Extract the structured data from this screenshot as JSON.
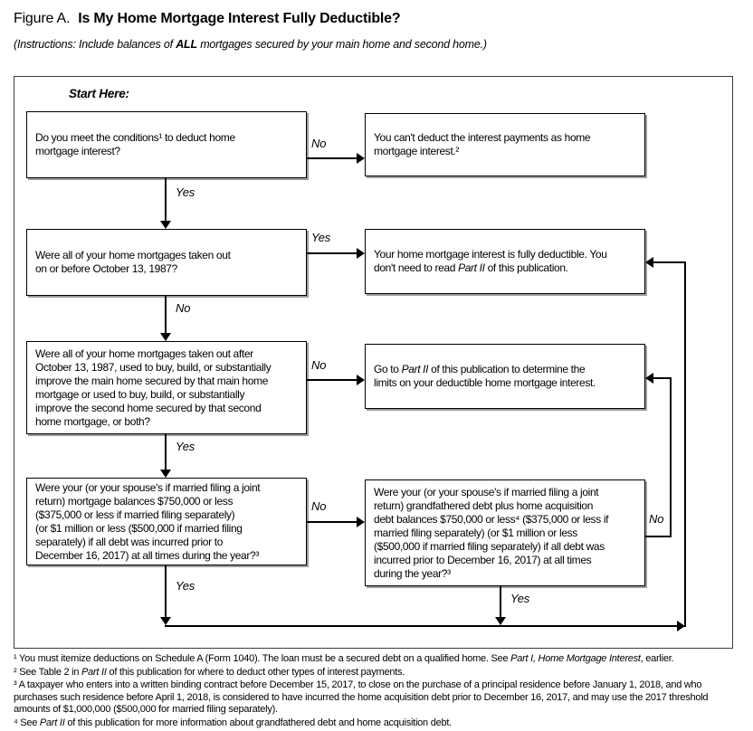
{
  "header": {
    "figure_label": "Figure A.",
    "title": "Is My Home Mortgage Interest Fully Deductible?",
    "instructions": [
      [
        {
          "t": "(Instructions: Include balances of ",
          "i": true
        },
        {
          "t": "ALL",
          "i": true,
          "b": true
        },
        {
          "t": " mortgages secured by your main home and second home.)",
          "i": true
        }
      ]
    ]
  },
  "flowchart": {
    "start_here": "Start Here:",
    "boxes": {
      "q1": {
        "text": [
          [
            {
              "t": "Do you meet the conditions¹ to deduct home"
            }
          ],
          [
            {
              "t": "mortgage interest?"
            }
          ]
        ]
      },
      "a1": {
        "text": [
          [
            {
              "t": "You can't deduct the interest payments as home"
            }
          ],
          [
            {
              "t": "mortgage interest.²"
            }
          ]
        ]
      },
      "q2": {
        "text": [
          [
            {
              "t": "Were all of your home mortgages taken out"
            }
          ],
          [
            {
              "t": "on or before October 13, 1987?"
            }
          ]
        ]
      },
      "a2": {
        "text": [
          [
            {
              "t": "Your home mortgage interest is fully deductible. You"
            }
          ],
          [
            {
              "t": "don't need to read "
            },
            {
              "t": "Part II",
              "i": true
            },
            {
              "t": " of this publication."
            }
          ]
        ]
      },
      "q3": {
        "text": [
          [
            {
              "t": "Were all of your home mortgages taken out after"
            }
          ],
          [
            {
              "t": "October 13, 1987, used to buy, build, or substantially"
            }
          ],
          [
            {
              "t": "improve the main home secured by that main home"
            }
          ],
          [
            {
              "t": "mortgage or used to buy, build, or substantially"
            }
          ],
          [
            {
              "t": "improve the second home secured by that second"
            }
          ],
          [
            {
              "t": "home mortgage, or both?"
            }
          ]
        ]
      },
      "a3": {
        "text": [
          [
            {
              "t": "Go to "
            },
            {
              "t": "Part II",
              "i": true
            },
            {
              "t": " of this publication to determine the"
            }
          ],
          [
            {
              "t": "limits on your deductible home mortgage interest."
            }
          ]
        ]
      },
      "q4": {
        "text": [
          [
            {
              "t": "Were your (or your spouse's if married filing a joint"
            }
          ],
          [
            {
              "t": "return) mortgage balances $750,000 or less"
            }
          ],
          [
            {
              "t": "($375,000 or less if married filing separately)"
            }
          ],
          [
            {
              "t": "(or $1 million or less ($500,000 if married filing"
            }
          ],
          [
            {
              "t": "separately) if all debt was incurred prior to"
            }
          ],
          [
            {
              "t": "December 16, 2017) at all times during the year?³"
            }
          ]
        ]
      },
      "a4": {
        "text": [
          [
            {
              "t": "Were your (or your spouse's if married filing a joint"
            }
          ],
          [
            {
              "t": "return) grandfathered debt plus home acquisition"
            }
          ],
          [
            {
              "t": "debt balances $750,000 or less⁴ ($375,000 or less if"
            }
          ],
          [
            {
              "t": "married filing separately) (or $1 million or less"
            }
          ],
          [
            {
              "t": "($500,000 if married filing separately) if all debt was"
            }
          ],
          [
            {
              "t": "incurred prior to December 16, 2017) at all times"
            }
          ],
          [
            {
              "t": "during the year?³"
            }
          ]
        ]
      }
    },
    "labels": {
      "q1_no": "No",
      "q1_yes": "Yes",
      "q2_yes": "Yes",
      "q2_no": "No",
      "q3_no": "No",
      "q3_yes": "Yes",
      "q4_no": "No",
      "q4_yes": "Yes",
      "a4_no": "No",
      "a4_yes": "Yes"
    }
  },
  "footnotes": [
    {
      "text": [
        [
          {
            "t": "¹ You must itemize deductions on Schedule A (Form 1040). The loan must be a secured debt on a qualified home. See "
          },
          {
            "t": "Part I, Home Mortgage Interest",
            "i": true
          },
          {
            "t": ", earlier."
          }
        ]
      ]
    },
    {
      "text": [
        [
          {
            "t": "² See Table 2 in "
          },
          {
            "t": "Part II",
            "i": true
          },
          {
            "t": " of this publication for where to deduct other types of interest payments."
          }
        ]
      ]
    },
    {
      "text": [
        [
          {
            "t": "³ A taxpayer who enters into a written binding contract before December 15, 2017, to close on the purchase of a principal residence before January 1, 2018, and who purchases such residence before April 1, 2018, is considered to have incurred the home acquisition debt prior to December 16, 2017, and may use the 2017 threshold amounts of $1,000,000 ($500,000 for married filing separately)."
          }
        ]
      ]
    },
    {
      "text": [
        [
          {
            "t": "⁴ See "
          },
          {
            "t": "Part II",
            "i": true
          },
          {
            "t": " of this publication for more information about grandfathered debt and home acquisition debt."
          }
        ]
      ]
    }
  ],
  "colors": {
    "ink": "#000000",
    "frame_border": "#3c3c3c",
    "box_shadow": "#9c9c9c",
    "background": "#ffffff"
  }
}
